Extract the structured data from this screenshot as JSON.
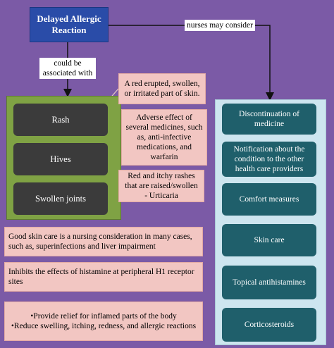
{
  "title": "Delayed Allergic Reaction",
  "connectors": {
    "associated": "could be associated with",
    "consider": "nurses may consider"
  },
  "symptoms": [
    {
      "label": "Rash",
      "note": "A red erupted, swollen, or irritated part of skin."
    },
    {
      "label": "Hives",
      "note": "Adverse effect of several medicines, such as, anti-infective medications, and warfarin"
    },
    {
      "label": "Swollen joints",
      "note": "Red and itchy rashes that are raised/swollen - Urticaria"
    }
  ],
  "actions": [
    {
      "label": "Discontinuation of medicine",
      "note": ""
    },
    {
      "label": "Notification about the condition to the other health care providers",
      "note": ""
    },
    {
      "label": "Comfort measures",
      "note": ""
    },
    {
      "label": "Skin care",
      "note": "Good skin care is a nursing consideration in many cases, such as, superinfections and liver impairment"
    },
    {
      "label": "Topical antihistamines",
      "note": "Inhibits the effects of histamine at peripheral H1 receptor sites"
    },
    {
      "label": "Corticosteroids",
      "note_lines": [
        "•Provide relief for inflamed parts of the body",
        "•Reduce swelling, itching, redness, and allergic reactions"
      ]
    }
  ],
  "colors": {
    "background": "#7b5aa6",
    "title_box": "#2a4ca8",
    "left_panel": "#7fa244",
    "symptom_box": "#3b3b3b",
    "right_panel": "#cde5ef",
    "action_box": "#1f5f6b",
    "note_box": "#f2c6c2"
  }
}
